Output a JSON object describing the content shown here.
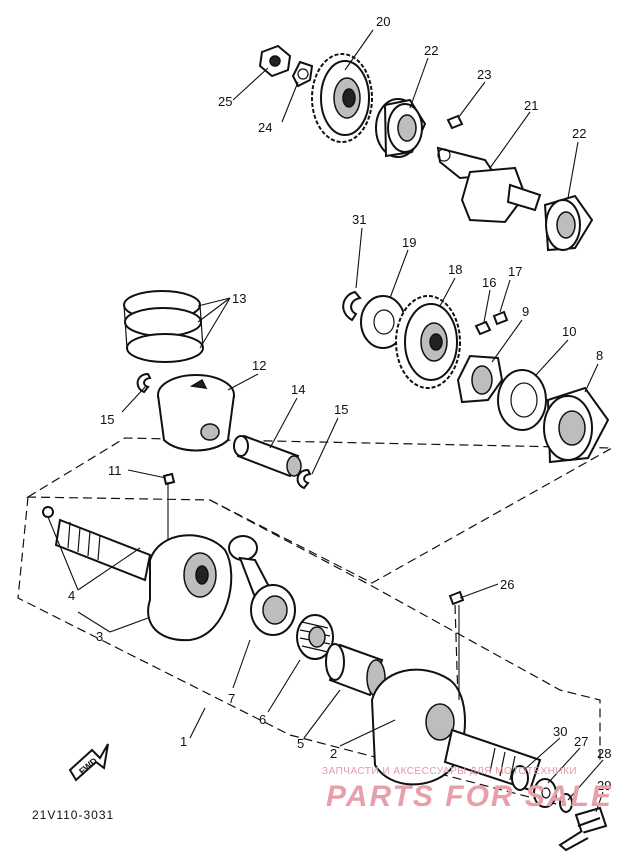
{
  "diagram": {
    "callouts": [
      "1",
      "2",
      "3",
      "4",
      "5",
      "6",
      "7",
      "8",
      "9",
      "10",
      "11",
      "12",
      "13",
      "14",
      "15",
      "15",
      "16",
      "17",
      "18",
      "19",
      "20",
      "21",
      "22",
      "22",
      "23",
      "24",
      "25",
      "26",
      "27",
      "28",
      "29",
      "30",
      "31"
    ],
    "fwd_label": "FWD",
    "drawing_code": "21V110-3031",
    "watermark": {
      "line1": "ЗАПЧАСТИ И АКСЕССУАРЫ ДЛЯ МОТОТЕХНИКИ",
      "line2": "PARTS FOR SALE"
    },
    "colors": {
      "line": "#111111",
      "watermark": "#e7a0aa",
      "background": "#ffffff"
    }
  }
}
